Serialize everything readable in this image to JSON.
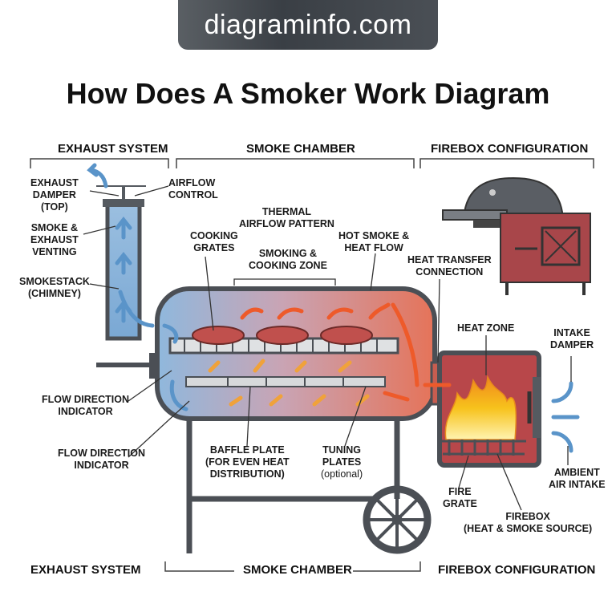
{
  "watermark": "diagraminfo.com",
  "title": "How Does A Smoker Work Diagram",
  "sections_top": {
    "exhaust": "EXHAUST SYSTEM",
    "chamber": "SMOKE CHAMBER",
    "firebox": "FIREBOX CONFIGURATION"
  },
  "sections_bottom": {
    "exhaust": "EXHAUST SYSTEM",
    "chamber": "SMOKE CHAMBER",
    "firebox": "FIREBOX CONFIGURATION"
  },
  "labels": {
    "exhaust_damper": [
      "EXHAUST",
      "DAMPER",
      "(TOP)"
    ],
    "airflow_control": [
      "AIRFLOW",
      "CONTROL"
    ],
    "smoke_exhaust_venting": [
      "SMOKE &",
      "EXHAUST",
      "VENTING"
    ],
    "smokestack": [
      "SMOKESTACK",
      "(CHIMNEY)"
    ],
    "thermal_airflow": [
      "THERMAL",
      "AIRFLOW PATTERN"
    ],
    "cooking_grates": [
      "COOKING",
      "GRATES"
    ],
    "smoking_zone": [
      "SMOKING &",
      "COOKING ZONE"
    ],
    "hot_smoke": [
      "HOT SMOKE &",
      "HEAT FLOW"
    ],
    "heat_transfer": [
      "HEAT TRANSFER",
      "CONNECTION"
    ],
    "heat_zone": "HEAT ZONE",
    "intake_damper": [
      "INTAKE",
      "DAMPER"
    ],
    "flow_direction_1": [
      "FLOW DIRECTION",
      "INDICATOR"
    ],
    "flow_direction_2": [
      "FLOW DIRECTION",
      "INDICATOR"
    ],
    "baffle_plate": [
      "BAFFLE PLATE",
      "(FOR EVEN HEAT",
      "DISTRIBUTION)"
    ],
    "tuning_plates": [
      "TUNING",
      "PLATES"
    ],
    "tuning_optional": "(optional)",
    "ambient_air": [
      "AMBIENT",
      "AIR INTAKE"
    ],
    "fire_grate": [
      "FIRE",
      "GRATE"
    ],
    "firebox": [
      "FIREBOX",
      "(HEAT & SMOKE SOURCE)"
    ]
  },
  "colors": {
    "hot": "#e8482a",
    "cool": "#6aa7d8",
    "firebox": "#b8474a",
    "metal": "#555a60",
    "flame": "#f5b21a"
  }
}
